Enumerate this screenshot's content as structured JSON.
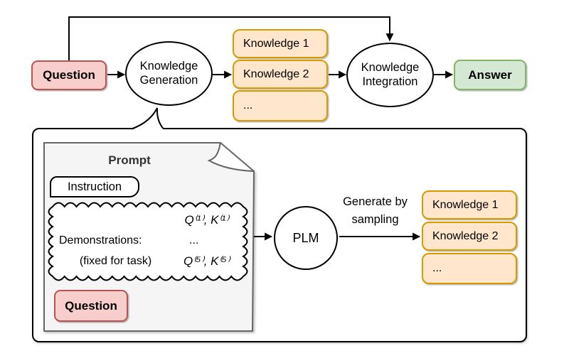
{
  "colors": {
    "pink-fill": "#f8cecc",
    "pink-stroke": "#b85450",
    "orange-fill": "#ffe6cc",
    "orange-stroke": "#d79b00",
    "green-fill": "#d5e8d4",
    "green-stroke": "#82b366",
    "doc-fill": "#f5f5f5",
    "doc-stroke": "#666666",
    "line": "#000000"
  },
  "top_flow": {
    "question": "Question",
    "generation_line1": "Knowledge",
    "generation_line2": "Generation",
    "knowledge_items": [
      "Knowledge 1",
      "Knowledge 2",
      "..."
    ],
    "integration_line1": "Knowledge",
    "integration_line2": "Integration",
    "answer": "Answer"
  },
  "detail_panel": {
    "prompt_title": "Prompt",
    "instruction": "Instruction",
    "demonstrations": {
      "label": "Demonstrations:",
      "note": "(fixed for task)",
      "pair_1": "Q⁽¹⁾, K⁽¹⁾",
      "ellipsis": "...",
      "pair_5": "Q⁽⁵⁾, K⁽⁵⁾"
    },
    "question": "Question",
    "plm": "PLM",
    "arrow_label_line1": "Generate by",
    "arrow_label_line2": "sampling",
    "knowledge_items": [
      "Knowledge 1",
      "Knowledge 2",
      "..."
    ]
  }
}
